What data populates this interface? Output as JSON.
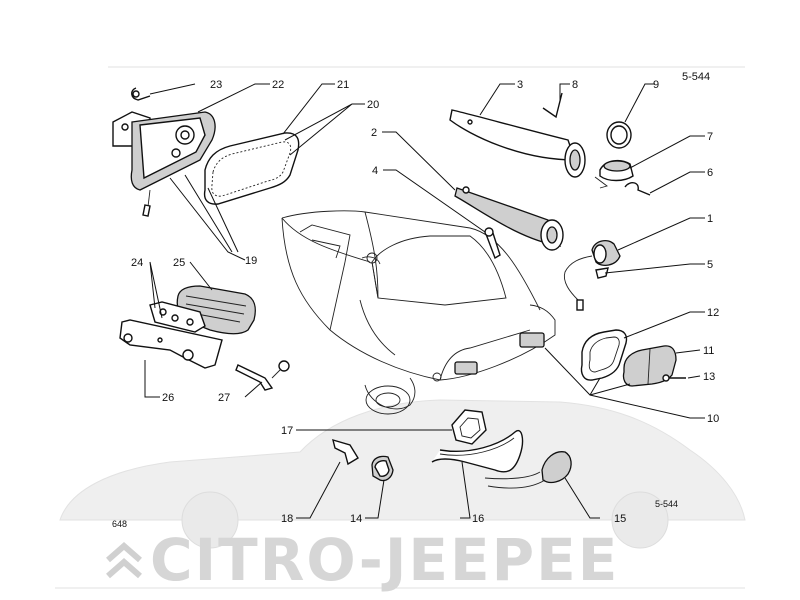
{
  "drawing": {
    "ref_top": "5-544",
    "ref_bottom_right": "5-544",
    "ref_bottom_left": "648"
  },
  "callouts": [
    {
      "num": "1"
    },
    {
      "num": "2"
    },
    {
      "num": "3"
    },
    {
      "num": "4"
    },
    {
      "num": "5"
    },
    {
      "num": "6"
    },
    {
      "num": "7"
    },
    {
      "num": "8"
    },
    {
      "num": "9"
    },
    {
      "num": "10"
    },
    {
      "num": "11"
    },
    {
      "num": "12"
    },
    {
      "num": "13"
    },
    {
      "num": "14"
    },
    {
      "num": "15"
    },
    {
      "num": "16"
    },
    {
      "num": "17"
    },
    {
      "num": "18"
    },
    {
      "num": "19"
    },
    {
      "num": "20"
    },
    {
      "num": "21"
    },
    {
      "num": "22"
    },
    {
      "num": "23"
    },
    {
      "num": "24"
    },
    {
      "num": "25"
    },
    {
      "num": "26"
    },
    {
      "num": "27"
    }
  ],
  "watermark": {
    "text": "CITRO-JEEPEE",
    "color": "#d6d6d6"
  }
}
